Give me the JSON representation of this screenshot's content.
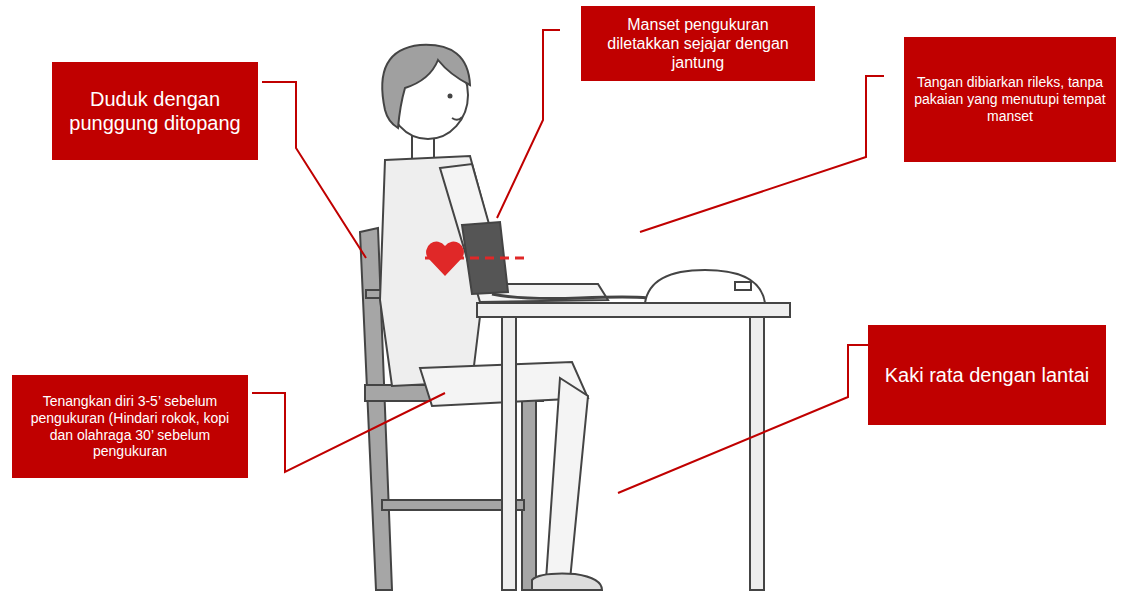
{
  "diagram": {
    "nodes": [
      {
        "text": [
          "Duduk dengan punggung ditopang"
        ]
      },
      {
        "text": [
          "Manset pengukuran diletakkan sejajar dengan jantung"
        ]
      },
      {
        "text": [
          "Tangan dibiarkan rileks, tanpa pakaian yang menutupi tempat manset"
        ]
      },
      {
        "text": [
          "Tenangkan diri 3-5’ sebelum pengukuran (Hindari rokok, kopi dan olahraga 30’ sebelum pengukuran"
        ]
      },
      {
        "text": [
          "Kaki rata dengan lantai"
        ]
      }
    ]
  }
}
